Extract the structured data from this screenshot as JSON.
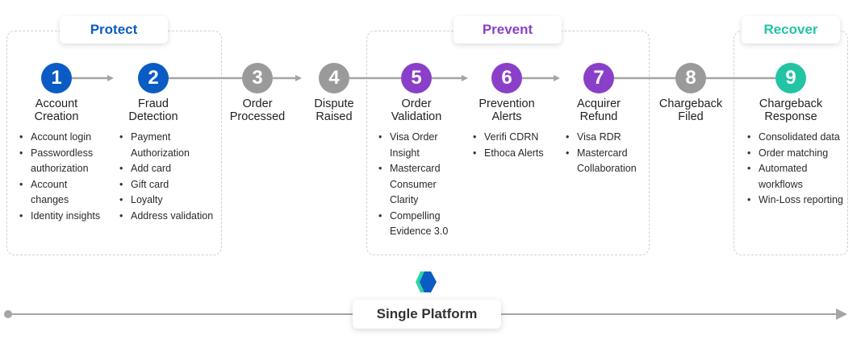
{
  "colors": {
    "blue": "#0a5cc4",
    "gray": "#9a9a9a",
    "purple": "#8a3fc9",
    "teal": "#23c4a3",
    "line": "#a5a5a5"
  },
  "groups": [
    {
      "name": "protect",
      "label": "Protect",
      "color": "#0a5cc4"
    },
    {
      "name": "prevent",
      "label": "Prevent",
      "color": "#8a3fc9"
    },
    {
      "name": "recover",
      "label": "Recover",
      "color": "#23c4a3"
    }
  ],
  "steps": [
    {
      "number": "1",
      "title_line1": "Account",
      "title_line2": "Creation",
      "color": "#0a5cc4",
      "items": [
        "Account login",
        "Passwordless authorization",
        "Account changes",
        "Identity insights"
      ]
    },
    {
      "number": "2",
      "title_line1": "Fraud",
      "title_line2": "Detection",
      "color": "#0a5cc4",
      "items": [
        "Payment Authorization",
        "Add card",
        "Gift card",
        "Loyalty",
        "Address validation"
      ]
    },
    {
      "number": "3",
      "title_line1": "Order",
      "title_line2": "Processed",
      "color": "#9a9a9a",
      "items": []
    },
    {
      "number": "4",
      "title_line1": "Dispute",
      "title_line2": "Raised",
      "color": "#9a9a9a",
      "items": []
    },
    {
      "number": "5",
      "title_line1": "Order",
      "title_line2": "Validation",
      "color": "#8a3fc9",
      "items": [
        "Visa Order Insight",
        "Mastercard Consumer Clarity",
        "Compelling Evidence 3.0"
      ]
    },
    {
      "number": "6",
      "title_line1": "Prevention",
      "title_line2": "Alerts",
      "color": "#8a3fc9",
      "items": [
        "Verifi CDRN",
        "Ethoca Alerts"
      ]
    },
    {
      "number": "7",
      "title_line1": "Acquirer",
      "title_line2": "Refund",
      "color": "#8a3fc9",
      "items": [
        "Visa RDR",
        "Mastercard Collaboration"
      ]
    },
    {
      "number": "8",
      "title_line1": "Chargeback",
      "title_line2": "Filed",
      "color": "#9a9a9a",
      "items": []
    },
    {
      "number": "9",
      "title_line1": "Chargeback",
      "title_line2": "Response",
      "color": "#23c4a3",
      "items": [
        "Consolidated data",
        "Order matching",
        "Automated workflows",
        "Win-Loss reporting"
      ]
    }
  ],
  "platform": {
    "label": "Single Platform"
  }
}
